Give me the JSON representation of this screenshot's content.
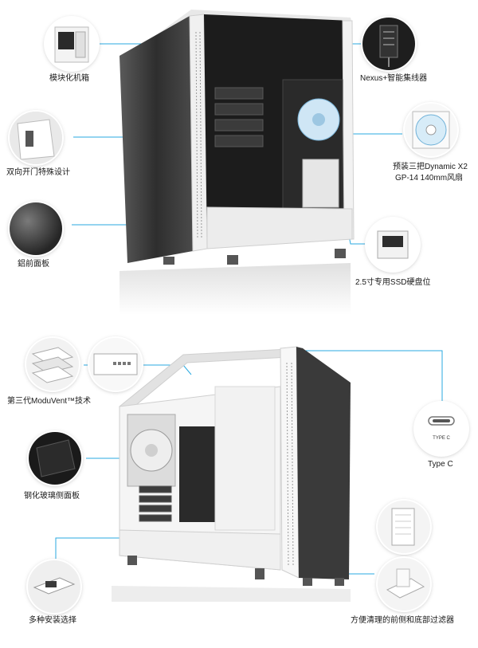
{
  "section1": {
    "labels": {
      "modular": "模块化机箱",
      "door": "双向开门特殊设计",
      "aluminum": "鋁前面板",
      "nexus": "Nexus+智能集线器",
      "fans_1": "预装三把Dynamic X2",
      "fans_2": "GP-14 140mm风扇",
      "ssd": "2.5寸专用SSD硬盘位"
    }
  },
  "section2": {
    "labels": {
      "moduvent": "第三代ModuVent™技术",
      "glass": "钢化玻璃侧面板",
      "mounting": "多种安装选择",
      "typec": "Type C",
      "typec_icon": "TYPE C",
      "filters": "方便清理的前侧和底部过滤器"
    }
  },
  "colors": {
    "callout_line": "#29a9e0",
    "case_white": "#f4f4f4",
    "panel_dark": "#3a3a3a",
    "text": "#1a1a1a"
  }
}
